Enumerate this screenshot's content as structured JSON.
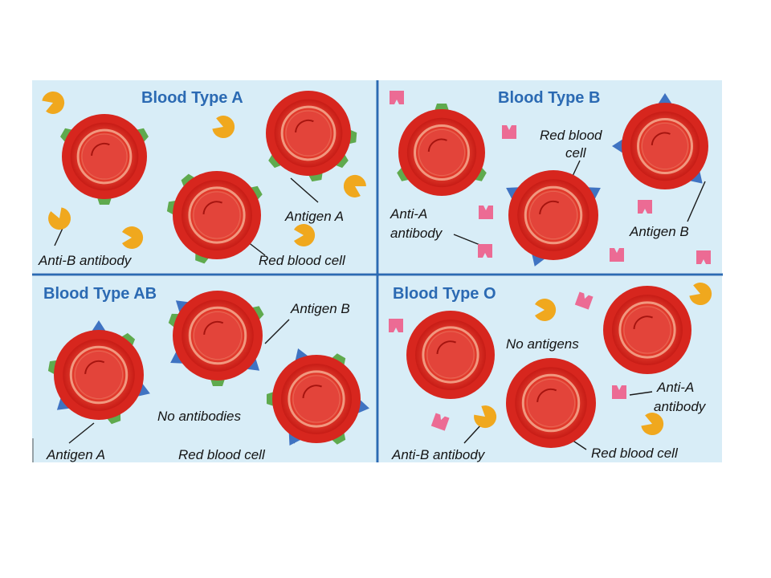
{
  "colors": {
    "panel_bg": "#d8edf7",
    "divider": "#2b6ab3",
    "title": "#2b6ab3",
    "cell_outer": "#d7261e",
    "cell_ring_light": "#f3a38a",
    "cell_center": "#e3443a",
    "antigen_a": "#5faa4e",
    "antigen_b": "#3f73c2",
    "anti_b_antibody": "#f0a81e",
    "anti_a_antibody": "#ec6b94"
  },
  "icons": {
    "antigen_a": "green-trapezoid-antigen",
    "antigen_b": "blue-triangle-antigen",
    "anti_b_antibody": "yellow-pacman-antibody",
    "anti_a_antibody": "pink-notched-antibody"
  },
  "panels": {
    "type_a": {
      "title": "Blood Type A",
      "labels": {
        "antigen": "Antigen A",
        "antibody": "Anti-B antibody",
        "cell": "Red blood cell"
      }
    },
    "type_b": {
      "title": "Blood Type B",
      "labels": {
        "cell_line1": "Red blood",
        "cell_line2": "cell",
        "antibody_line1": "Anti-A",
        "antibody_line2": "antibody",
        "antigen": "Antigen B"
      }
    },
    "type_ab": {
      "title": "Blood Type AB",
      "labels": {
        "antigen_b": "Antigen B",
        "none": "No antibodies",
        "antigen_a": "Antigen A",
        "cell": "Red blood cell"
      }
    },
    "type_o": {
      "title": "Blood Type O",
      "labels": {
        "none": "No antigens",
        "antibody_a_line1": "Anti-A",
        "antibody_a_line2": "antibody",
        "antibody_b": "Anti-B antibody",
        "cell": "Red blood cell"
      }
    }
  }
}
